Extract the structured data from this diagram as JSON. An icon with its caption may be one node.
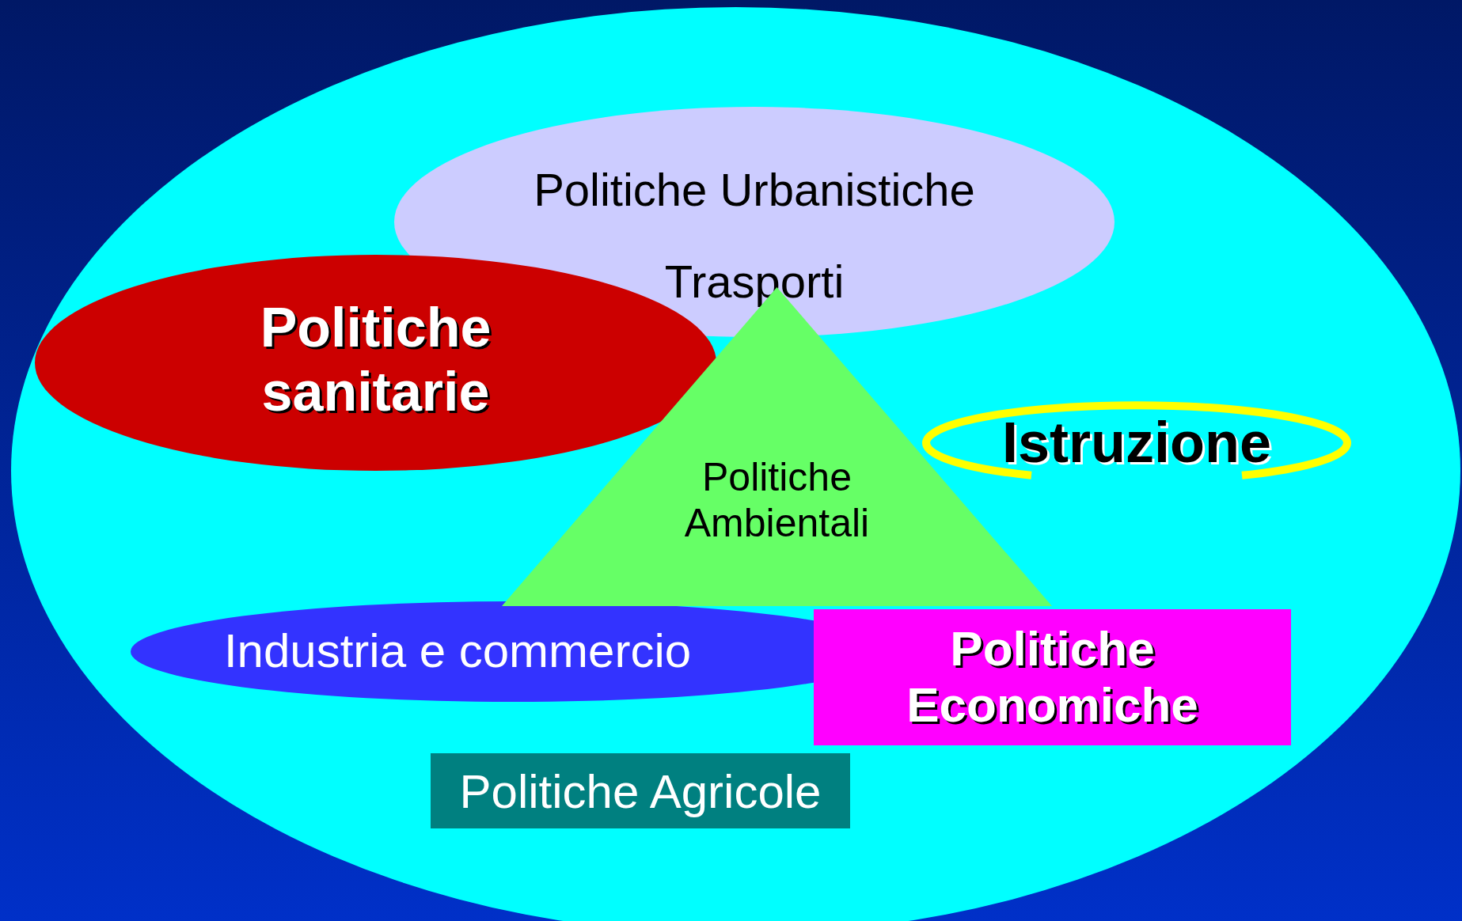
{
  "diagram": {
    "nodes": [
      {
        "text": [],
        "shape": "ellipse"
      },
      {
        "text": [
          "Politiche Urbanistiche",
          "Trasporti"
        ],
        "in": 0
      },
      {
        "text": [
          "Politiche sanitarie"
        ],
        "in": 0
      },
      {
        "text": [
          "Politiche Ambientali"
        ],
        "in": 0
      },
      {
        "text": [
          "Istruzione"
        ],
        "in": 0
      },
      {
        "text": [
          "Industria e commercio"
        ],
        "in": 0
      },
      {
        "text": [
          "Politiche Economiche"
        ],
        "in": 0
      },
      {
        "text": [
          "Politiche Agricole"
        ],
        "in": 0
      }
    ]
  }
}
